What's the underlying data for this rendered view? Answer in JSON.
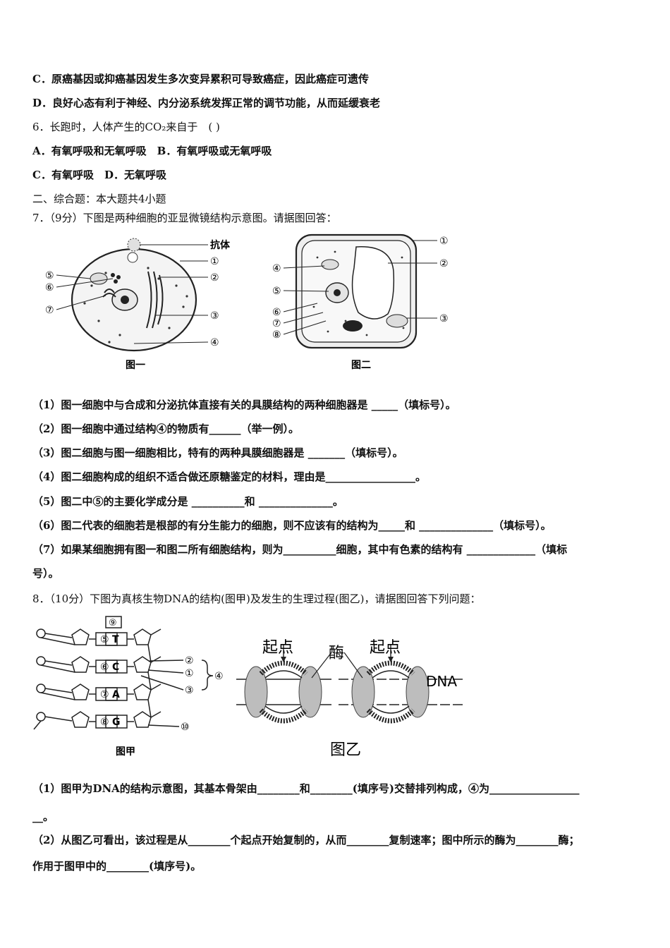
{
  "lines": {
    "q5c": "C．原癌基因或抑癌基因发生多次变异累积可导致癌症，因此癌症可遗传",
    "q5d": "D．良好心态有利于神经、内分泌系统发挥正常的调节功能，从而延缓衰老",
    "q6": "6．长跑时，人体产生的CO₂来自于　( )",
    "q6ab": "A．有氧呼吸和无氧呼吸　B．有氧呼吸或无氧呼吸",
    "q6cd": "C．有氧呼吸　D．无氧呼吸",
    "section2": "二、综合题：本大题共4小题",
    "q7": "7．（9分）下图是两种细胞的亚显微镜结构示意图。请据图回答：",
    "q7_1": "（1）图一细胞中与合成和分泌抗体直接有关的具膜结构的两种细胞器是 _____（填标号）。",
    "q7_2": "（2）图一细胞中通过结构④的物质有______（举一例）。",
    "q7_3": "（3）图二细胞与图一细胞相比，特有的两种具膜细胞器是 _______（填标号）。",
    "q7_4": "（4）图二细胞构成的组织不适合做还原糖鉴定的材料，理由是_________________。",
    "q7_5": "（5）图二中⑤的主要化学成分是 __________和 ______________。",
    "q7_6": "（6）图二代表的细胞若是根部的有分生能力的细胞，则不应该有的结构为_____和 ______________（填标号）。",
    "q7_7a": "（7）如果某细胞拥有图一和图二所有细胞结构，则为__________细胞，其中有色素的结构有 _____________（填标",
    "q7_7b": "号）。",
    "q8": "8．（10分）下图为真核生物DNA的结构(图甲)及发生的生理过程(图乙)，请据图回答下列问题：",
    "q8_1a": "（1）图甲为DNA的结构示意图，其基本骨架由________和________(填序号)交替排列构成，④为_________________",
    "q8_1b": "__。",
    "q8_2a": "（2）从图乙可看出，该过程是从________个起点开始复制的，从而________复制速率；图中所示的酶为________酶；",
    "q8_2b": "作用于图甲中的________(填序号)。"
  },
  "fig1": {
    "caption": "图一",
    "antibody": "抗体",
    "labels": [
      "①",
      "②",
      "③",
      "④",
      "⑤",
      "⑥",
      "⑦"
    ]
  },
  "fig2": {
    "caption": "图二",
    "labels": [
      "①",
      "②",
      "③",
      "④",
      "⑤",
      "⑥",
      "⑦",
      "⑧"
    ]
  },
  "figA": {
    "caption": "图甲",
    "bases": [
      "T",
      "C",
      "A",
      "G"
    ],
    "nums": [
      "⑤",
      "⑥",
      "⑦",
      "⑧"
    ],
    "n9": "⑨",
    "n10": "⑩",
    "n1": "①",
    "n2": "②",
    "n3": "③",
    "n4": "④"
  },
  "figB": {
    "caption": "图乙",
    "origin1": "起点",
    "origin2": "起点",
    "enzyme": "酶",
    "dna": "DNA"
  }
}
